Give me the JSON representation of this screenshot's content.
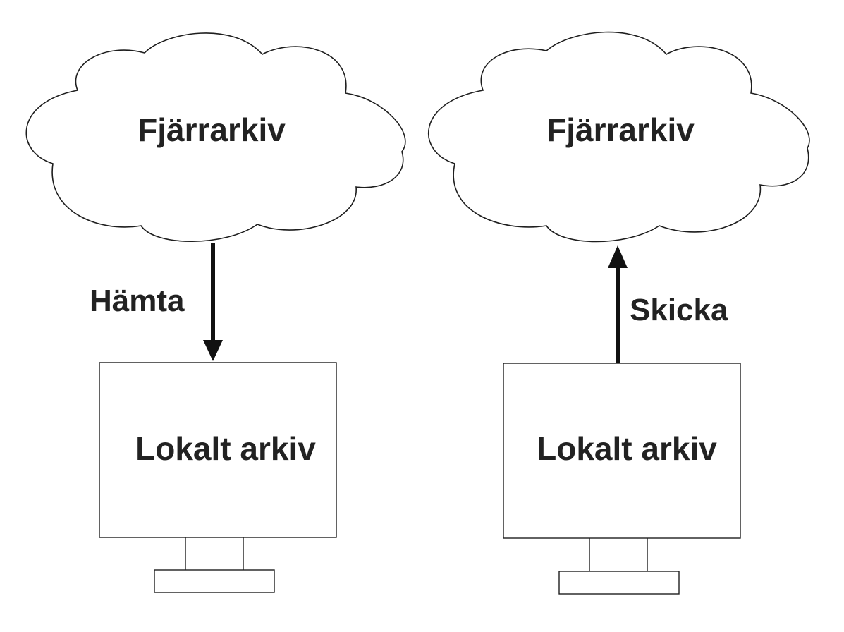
{
  "left": {
    "remote_label": "Fjärrarkiv",
    "local_label": "Lokalt arkiv",
    "action_label": "Hämta",
    "direction": "down"
  },
  "right": {
    "remote_label": "Fjärrarkiv",
    "local_label": "Lokalt arkiv",
    "action_label": "Skicka",
    "direction": "up"
  },
  "colors": {
    "stroke": "#1e1e1e",
    "arrow": "#111111",
    "text": "#222222",
    "background": "#ffffff"
  }
}
